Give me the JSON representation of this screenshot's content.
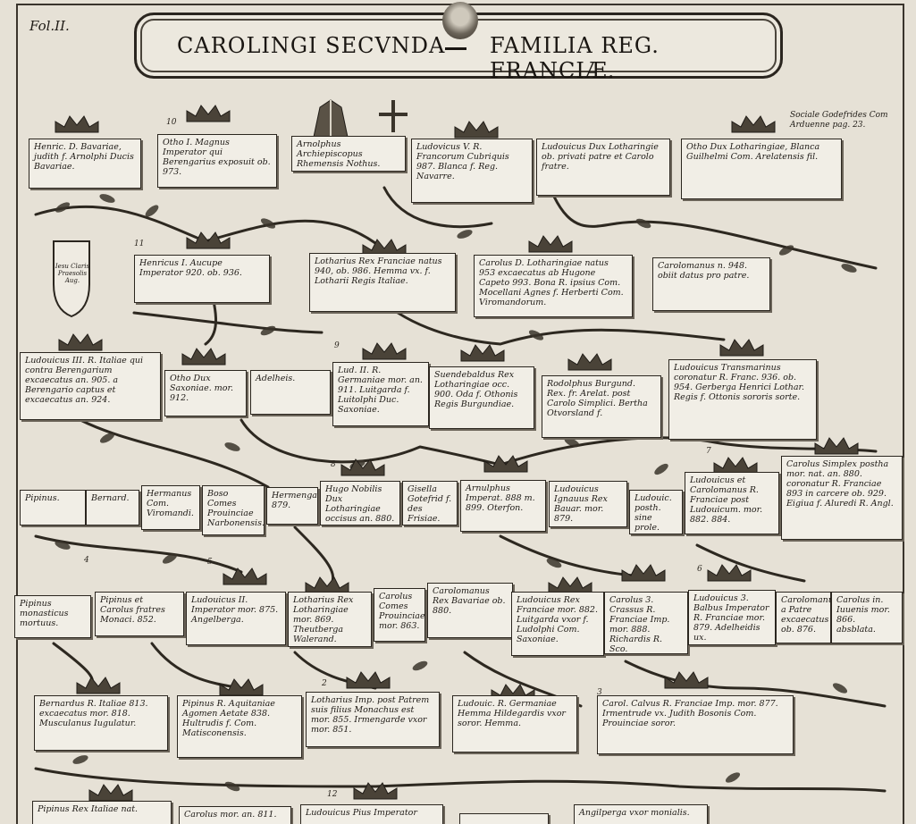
{
  "folio": "Fol.II.",
  "title_left": "CAROLINGI SECVNDA",
  "title_right": "FAMILIA REG. FRANCIÆ.",
  "side_note": "Sociale Godefrides Com Arduenne pag. 23.",
  "shield_label": "Iesu Claris Praesolis Aug.",
  "boxes": [
    "Henric. D. Bavariae, judith f. Arnolphi Ducis Bavariae.",
    "Otho I. Magnus Imperator qui Berengarius exposuit ob. 973.",
    "Arnolphus Archiepiscopus Rhemensis Nothus.",
    "Ludovicus V. R. Francorum Cubriquis 987. Blanca f. Reg. Navarre.",
    "Ludouicus Dux Lotharingie ob. privati patre et Carolo fratre.",
    "Otho Dux Lotharingiae, Blanca Guilhelmi Com. Arelatensis fil.",
    "Henricus I. Aucupe Imperator 920. ob. 936.",
    "Lotharius Rex Franciae natus 940, ob. 986. Hemma vx. f. Lotharii Regis Italiae.",
    "Carolus D. Lotharingiae natus 953 excaecatus ab Hugone Capeto 993. Bona R. ipsius Com. Mocellani Agnes f. Herberti Com. Viromandorum.",
    "Carolomanus n. 948. obiit datus pro patre.",
    "Ludouicus III. R. Italiae qui contra Berengarium excaecatus an. 905. a Berengario captus et excaecatus an. 924.",
    "Otho Dux Saxoniae. mor. 912.",
    "Adelheis.",
    "Lud. II. R. Germaniae mor. an. 911. Luitgarda f. Luitolphi Duc. Saxoniae.",
    "Suendebaldus Rex Lotharingiae occ. 900. Oda f. Othonis Regis Burgundiae.",
    "Rodolphus Burgund. Rex. fr. Arelat. post Carolo Simplici. Bertha Otvorsland f.",
    "Ludouicus Transmarinus coronatur R. Franc. 936. ob. 954. Gerberga Henrici Lothar. Regis f. Ottonis sororis sorte.",
    "Pipinus.",
    "Bernard.",
    "Hermanus Com. Viromandi.",
    "Boso Comes Prouinciae Narbonensis.",
    "Hermengard. 879.",
    "Hugo Nobilis Dux Lotharingiae occisus an. 880.",
    "Gisella Gotefrid f. des Frisiae.",
    "Arnulphus Imperat. 888 m. 899. Oterfon.",
    "Ludouicus Ignauus Rex Bauar. mor. 879.",
    "Ludouic. posth. sine prole.",
    "Ludouicus et Carolomanus R. Franciae post Ludouicum. mor. 882. 884.",
    "Carolus Simplex postha mor. nat. an. 880. coronatur R. Franciae 893 in carcere ob. 929. Eigiua f. Aluredi R. Angl.",
    "Pipinus monasticus mortuus.",
    "Pipinus et Carolus fratres Monaci. 852.",
    "Ludouicus II. Imperator mor. 875. Angelberga.",
    "Lotharius Rex Lotharingiae mor. 869. Theutberga Walerand.",
    "Carolus Comes Prouinciae mor. 863.",
    "Carolomanus Rex Bavariae ob. 880.",
    "Ludouicus Rex Franciae mor. 882. Luitgarda vxor f. Ludolphi Com. Saxoniae.",
    "Carolus 3. Crassus R. Franciae Imp. mor. 888. Richardis R. Sco.",
    "Ludouicus 3. Balbus Imperator R. Franciae mor. 879. Adelheidis ux.",
    "Carolomanus a Patre excaecatus ob. 876.",
    "Carolus in. Iuuenis mor. 866. absblata.",
    "Bernardus R. Italiae 813. excaecatus mor. 818. Musculanus Iugulatur.",
    "Pipinus R. Aquitaniae Agomen Aetate 838. Hultrudis f. Com. Matisconensis.",
    "Lotharius Imp. post Patrem suis filius Monachus est mor. 855. Irmengarde vxor mor. 851.",
    "Ludouic. R. Germaniae Hemma Hildegardis vxor soror. Hemma.",
    "Carol. Calvus R. Franciae Imp. mor. 877. Irmentrude vx. Judith Bosonis Com. Prouinciae soror.",
    "Pipinus Rex Italiae nat.",
    "Carolus mor. an. 811.",
    "Ludouicus Pius Imperator",
    "",
    "Angilperga vxor monialis."
  ],
  "numerals": [
    "10",
    "11",
    "9",
    "8",
    "7",
    "6",
    "5",
    "4",
    "2",
    "3",
    "12"
  ]
}
